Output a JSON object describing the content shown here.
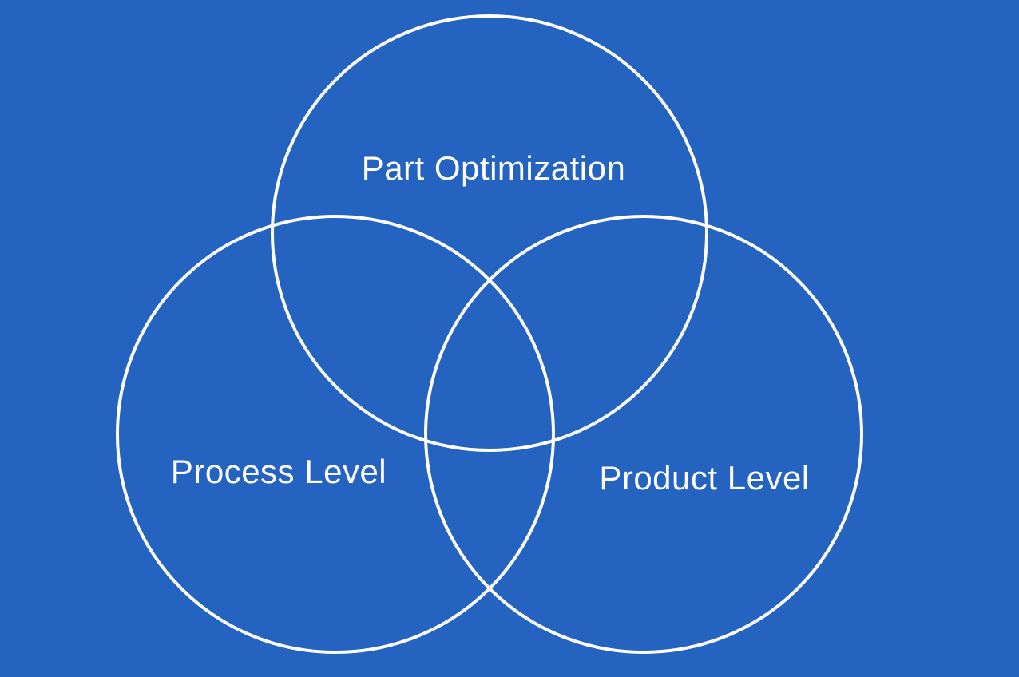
{
  "diagram": {
    "type": "venn",
    "background_color": "#2463C0",
    "circle_stroke_color": "#FFFFFF",
    "text_color": "#FFFFFF",
    "sets": {
      "top": {
        "label": "Part Optimization"
      },
      "bottom_left": {
        "label": "Process Level"
      },
      "bottom_right": {
        "label": "Product Level"
      }
    }
  }
}
